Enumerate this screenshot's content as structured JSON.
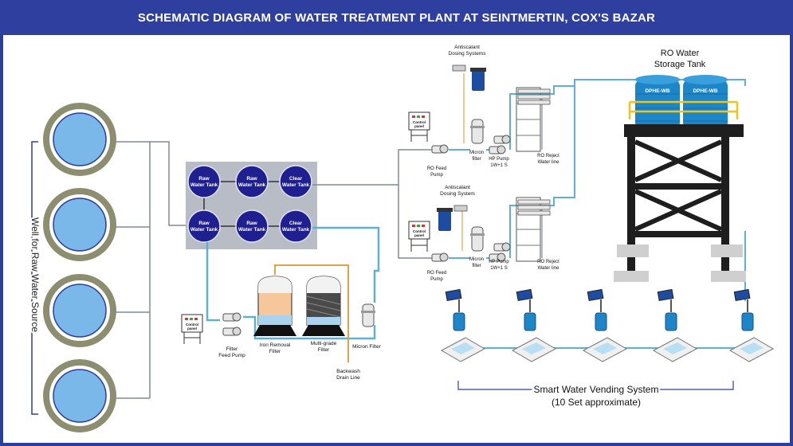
{
  "title": "SCHEMATIC DIAGRAM OF WATER TREATMENT PLANT AT SEINTMERTIN, COX'S BAZAR",
  "wells": {
    "label": "Well for Raw Water Source",
    "count": 4
  },
  "tank_bank": {
    "tanks": [
      {
        "line1": "Raw",
        "line2": "Water Tank"
      },
      {
        "line1": "Raw",
        "line2": "Water Tank"
      },
      {
        "line1": "Clear",
        "line2": "Water Tank"
      },
      {
        "line1": "Raw",
        "line2": "Water Tank"
      },
      {
        "line1": "Raw",
        "line2": "Water Tank"
      },
      {
        "line1": "Clear",
        "line2": "Water Tank"
      }
    ]
  },
  "filtration": {
    "control_panel_line1": "Control",
    "control_panel_line2": "panel",
    "filter_feed_pump_line1": "Filter",
    "filter_feed_pump_line2": "Feed Pump",
    "iron_removal_line1": "Iron Removal",
    "iron_removal_line2": "Filter",
    "multi_grade_line1": "Multi-grade",
    "multi_grade_line2": "Filter",
    "micron_filter": "Micron Filter",
    "backwash_line1": "Backwash",
    "backwash_line2": "Drain Line"
  },
  "ro_units": [
    {
      "antiscalant_line1": "Antiscalant",
      "antiscalant_line2": "Dosing Systems",
      "control_panel_line1": "Control",
      "control_panel_line2": "panel",
      "feed_pump_line1": "RO Feed",
      "feed_pump_line2": "Pump",
      "micron_line1": "Micron",
      "micron_line2": "filter",
      "hp_pump_line1": "HP Pump",
      "hp_pump_line2": "1W+1 S",
      "reject_line1": "RO Reject",
      "reject_line2": "Water line"
    },
    {
      "antiscalant_line1": "Antiscalant",
      "antiscalant_line2": "Dosing System",
      "control_panel_line1": "Control",
      "control_panel_line2": "panel",
      "feed_pump_line1": "RO Feed",
      "feed_pump_line2": "Pump",
      "micron_line1": "Micron",
      "micron_line2": "filter",
      "hp_pump_line1": "HP Pump",
      "hp_pump_line2": "1W+1 S",
      "reject_line1": "RO Reject",
      "reject_line2": "Water line"
    }
  ],
  "storage": {
    "label_line1": "RO Water",
    "label_line2": "Storage Tank",
    "tank_labels": [
      "DPHE-WB",
      "DPHE-WB"
    ]
  },
  "vending": {
    "label_line1": "Smart Water Vending System",
    "label_line2": "(10 Set approximate)",
    "units_shown": 5
  },
  "colors": {
    "title_bar": "#2e3f9f",
    "pipe_blue": "#5fb0d6",
    "pipe_gray": "#7f8c9a",
    "pipe_orange": "#e3a24a",
    "tank_navy": "#1f1f8f",
    "well_ring": "#8d8d70",
    "well_water": "#79b8e8",
    "storage_blue": "#1d86c8",
    "panel_gray": "#b8bcc4"
  }
}
